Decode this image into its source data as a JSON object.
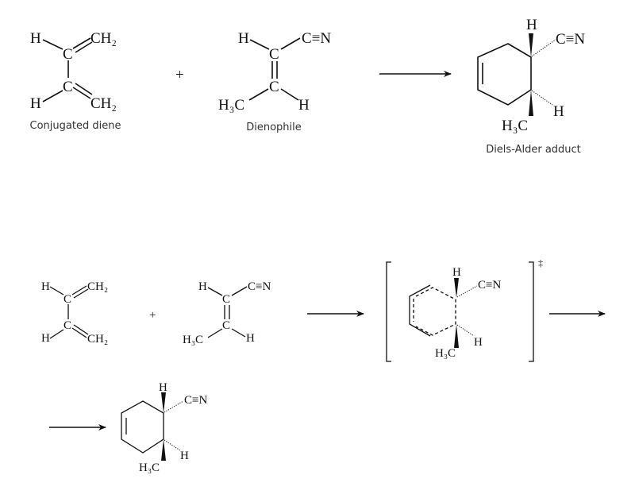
{
  "top_row": {
    "diene": {
      "h1": "H",
      "ch2_1": "CH₂",
      "c1": "C",
      "c2": "C",
      "h2": "H",
      "ch2_2": "CH₂",
      "caption": "Conjugated diene"
    },
    "plus": "+",
    "dienophile": {
      "h1": "H",
      "cn": "C≡N",
      "c1": "C",
      "c2": "C",
      "h3c": "H₃C",
      "h2": "H",
      "caption": "Dienophile"
    },
    "adduct": {
      "h_top": "H",
      "cn": "C≡N",
      "h_bottom": "H",
      "h3c": "H₃C",
      "caption": "Diels-Alder adduct"
    }
  },
  "bottom_row": {
    "diene": {
      "h1": "H",
      "ch2_1": "CH₂",
      "c1": "C",
      "c2": "C",
      "h2": "H",
      "ch2_2": "CH₂"
    },
    "plus": "+",
    "dienophile": {
      "h1": "H",
      "cn": "C≡N",
      "c1": "C",
      "c2": "C",
      "h3c": "H₃C",
      "h2": "H"
    },
    "transition_state": {
      "h_top": "H",
      "cn": "C≡N",
      "h_bottom": "H",
      "h3c": "H₃C",
      "double_dagger": "‡"
    },
    "product": {
      "h_top": "H",
      "cn": "C≡N",
      "h_bottom": "H",
      "h3c": "H₃C"
    }
  }
}
